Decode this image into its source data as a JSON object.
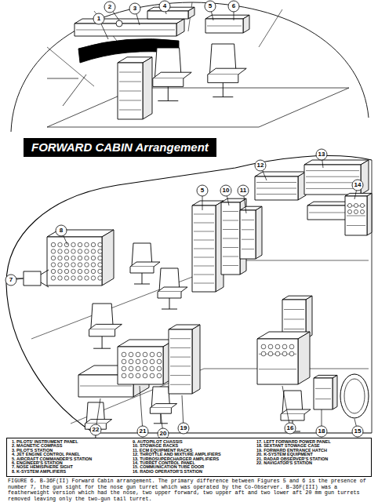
{
  "diagram": {
    "title": "FORWARD CABIN Arrangement",
    "caption": "FIGURE 6. B-36F(II) Forward Cabin arrangement. The primary difference between Figures 5 and 6 is the presence of number 7, the gun sight for the nose gun turret which was operated by the Co-Observer. B-36F(III) was a featherweight version which had the nose, two upper forward, two upper aft and two lower aft 20 mm gun turrets removed leaving only the two-gun tail turret.",
    "nodes": [
      {
        "text": [
          "1. PILOTS' INSTRUMENT PANEL",
          "2. MAGNETIC COMPASS",
          "3. PILOT'S STATION",
          "4. JET ENGINE CONTROL PANEL",
          "5. AIRCRAFT COMMANDER'S STATION",
          "6. ENGINEER'S STATION",
          "7. NOSE HEMISPHERE SIGHT",
          "8. K-SYSTEM AMPLIFIERS",
          "9. AUTOPILOT CHASSIS",
          "10. STOWAGE RACKS",
          "11. ECM EQUIPMENT RACKS",
          "12. THROTTLE AND MIXTURE AMPLIFIERS",
          "13. TURBOSUPERCHARGER AMPLIFIERS",
          "14. TURRET CONTROL PANEL",
          "15. COMMUNICATION TUBE DOOR",
          "16. RADIO OPERATOR'S STATION",
          "17. LEFT FORWARD POWER PANEL",
          "18. SEXTANT STOWAGE CASE",
          "19. FORWARD ENTRANCE HATCH",
          "20. K-SYSTEM EQUIPMENT",
          "21. RADAR OBSERVER'S STATION",
          "22. NAVIGATOR'S STATION"
        ]
      }
    ],
    "labels": [
      "2",
      "1",
      "3",
      "4",
      "5",
      "6",
      "12",
      "13",
      "14",
      "5",
      "10",
      "11",
      "8",
      "7",
      "22",
      "21",
      "20",
      "19",
      "16",
      "18",
      "15"
    ]
  }
}
